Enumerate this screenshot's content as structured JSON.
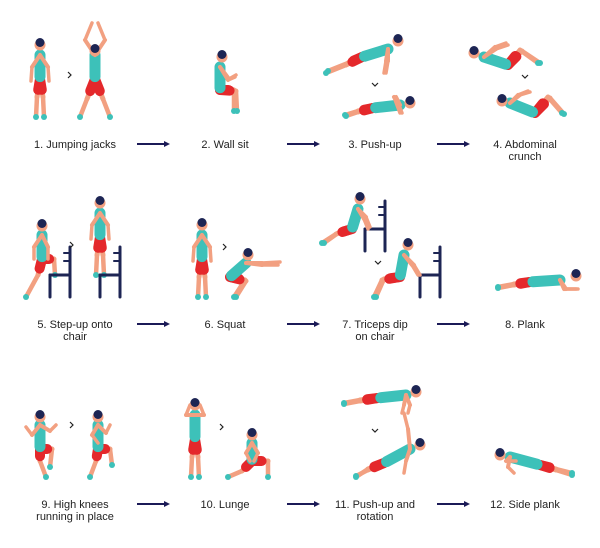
{
  "title": "12 exercise workout",
  "colors": {
    "shirt": "#3dc1b9",
    "shorts": "#e4282b",
    "skin": "#f2a081",
    "hair": "#1d2554",
    "arrow": "#1b1a57"
  },
  "exercises": [
    {
      "label": "1. Jumping jacks",
      "icon": "jumping-jacks-figure"
    },
    {
      "label": "2. Wall sit",
      "icon": "wall-sit-figure"
    },
    {
      "label": "3. Push-up",
      "icon": "push-up-figure"
    },
    {
      "label": "4. Abdominal\ncrunch",
      "icon": "abdominal-crunch-figure"
    },
    {
      "label": "5. Step-up onto\nchair",
      "icon": "step-up-figure"
    },
    {
      "label": "6. Squat",
      "icon": "squat-figure"
    },
    {
      "label": "7. Triceps dip\non chair",
      "icon": "triceps-dip-figure"
    },
    {
      "label": "8. Plank",
      "icon": "plank-figure"
    },
    {
      "label": "9. High knees\nrunning in place",
      "icon": "high-knees-figure"
    },
    {
      "label": "10. Lunge",
      "icon": "lunge-figure"
    },
    {
      "label": "11. Push-up and\nrotation",
      "icon": "push-up-rotation-figure"
    },
    {
      "label": "12. Side plank",
      "icon": "side-plank-figure"
    }
  ]
}
